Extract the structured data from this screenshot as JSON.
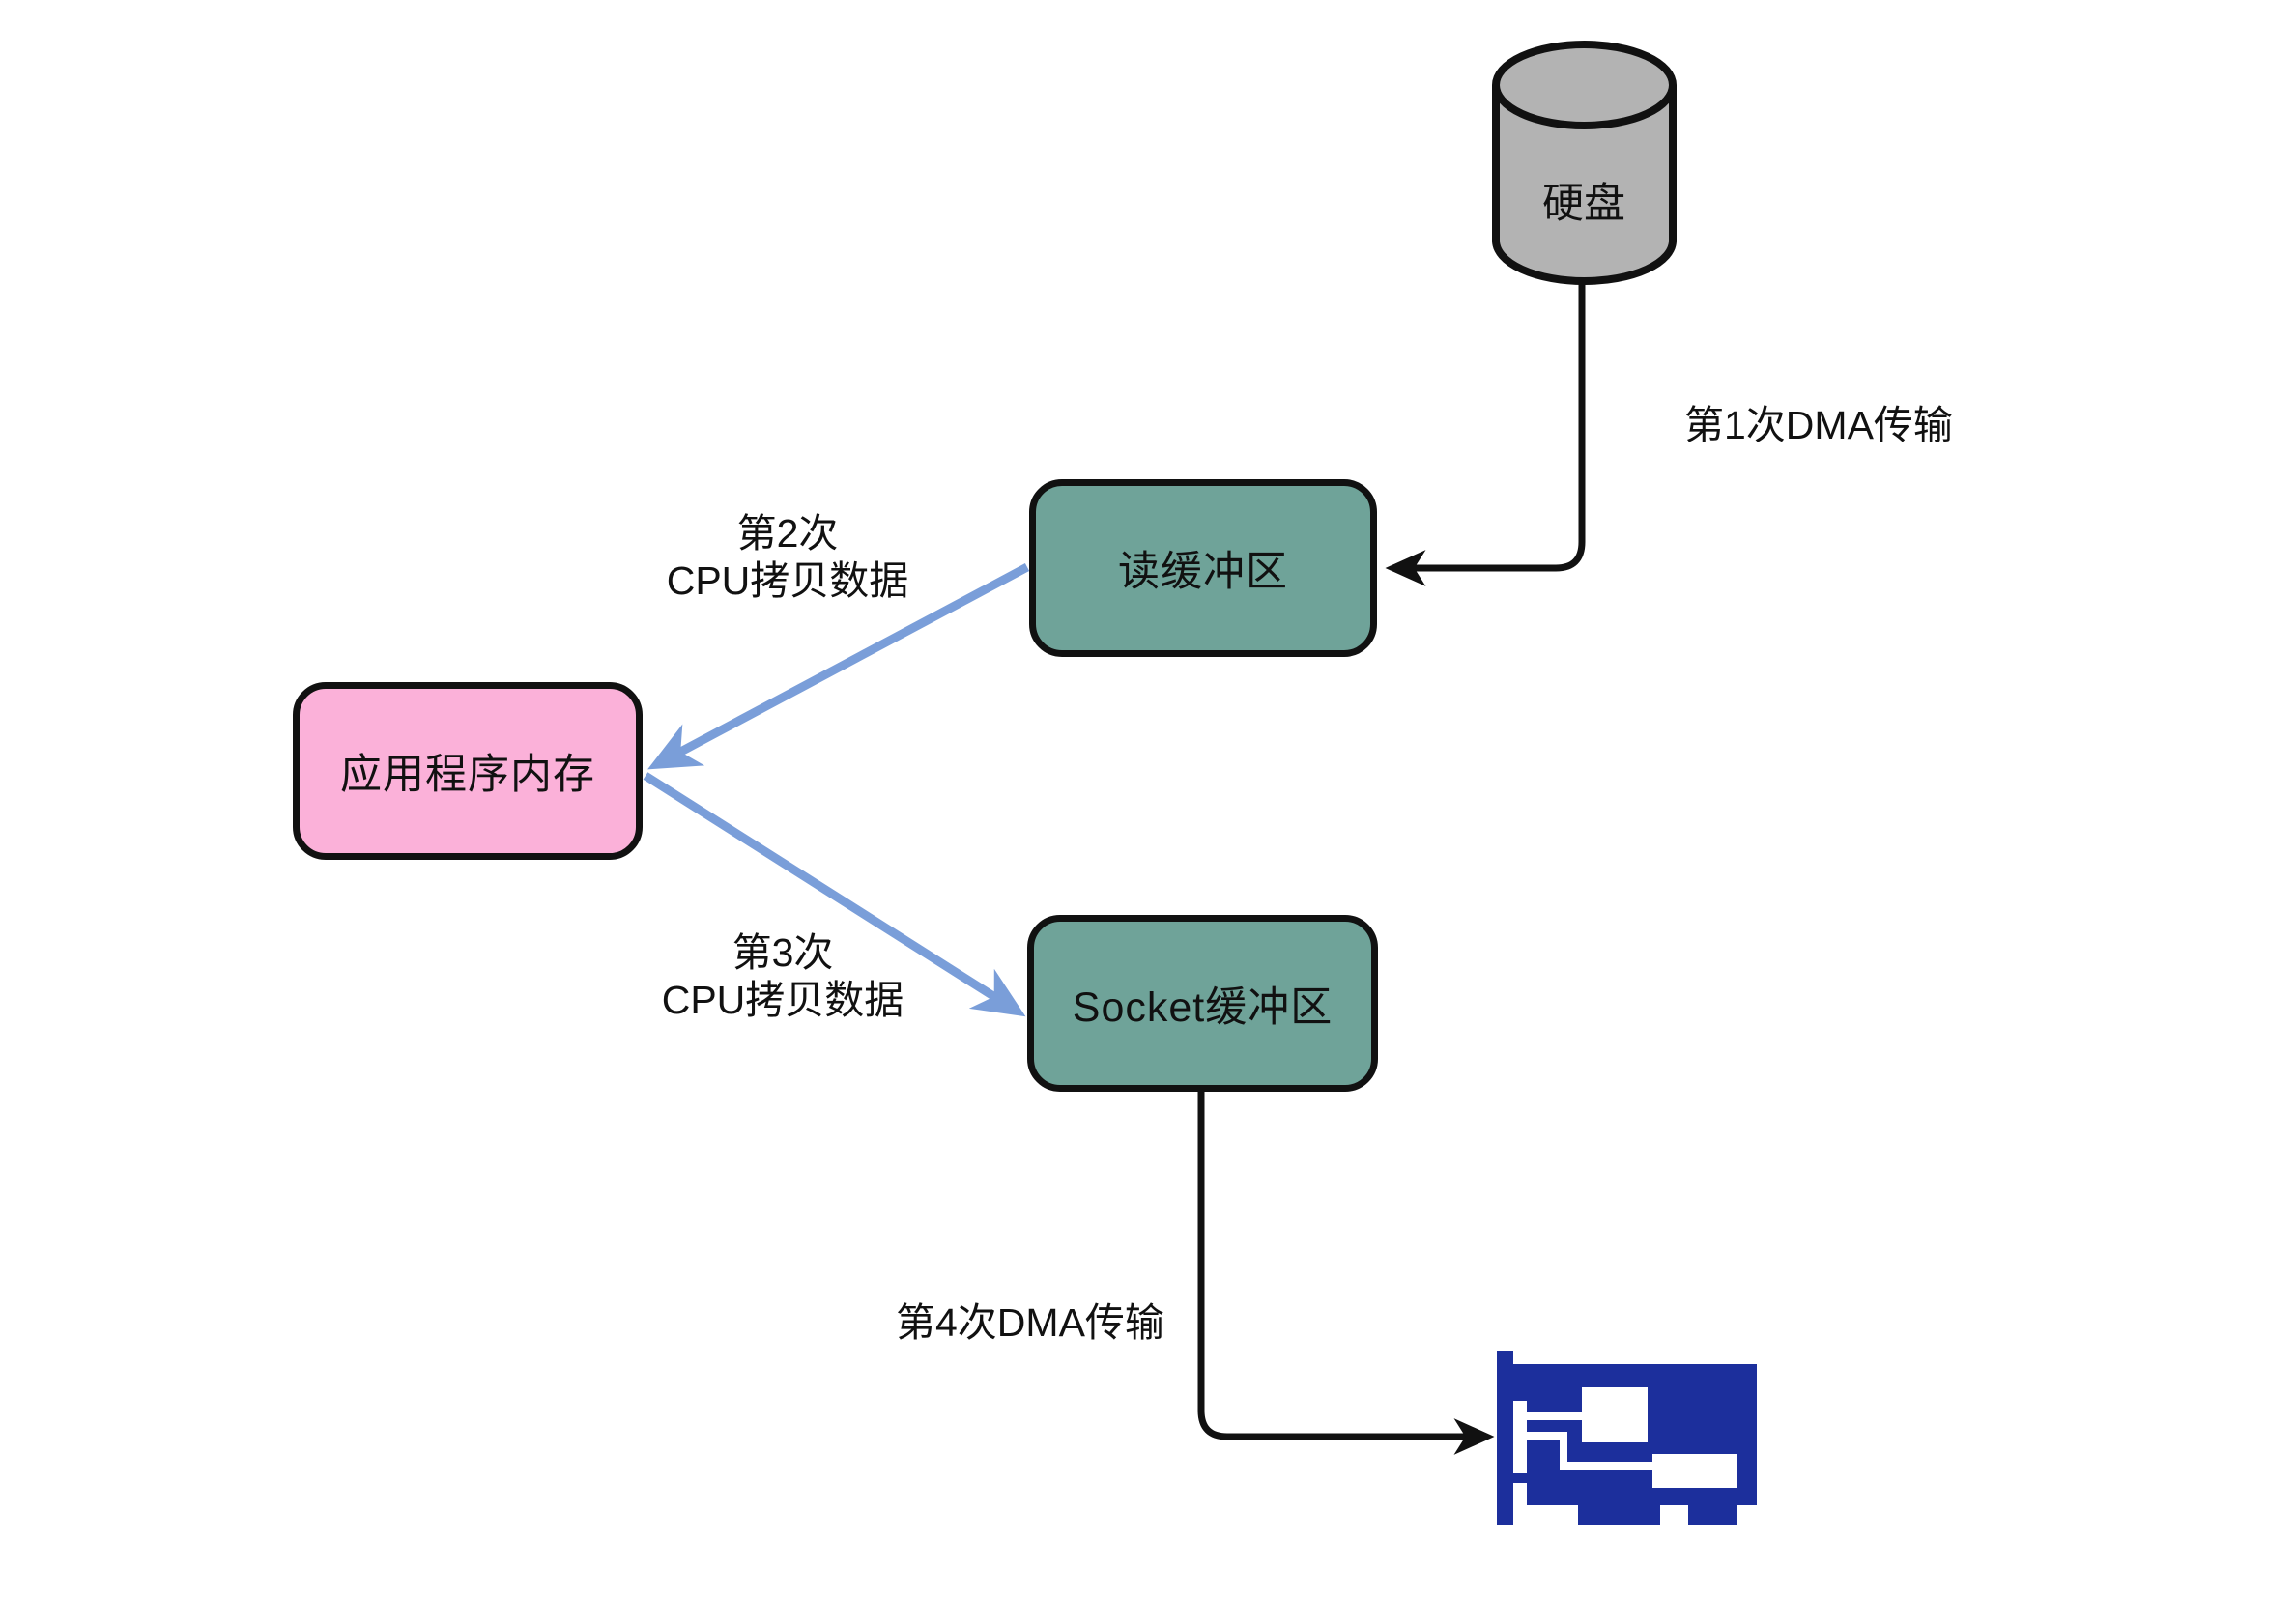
{
  "diagram": {
    "background": "#ffffff",
    "nodes": {
      "hard_disk": {
        "label": "硬盘",
        "shape": "cylinder",
        "fill": "#b3b3b3",
        "stroke": "#111111"
      },
      "read_buffer": {
        "label": "读缓冲区",
        "shape": "rounded-rect",
        "fill": "#6fa399",
        "stroke": "#111111"
      },
      "app_memory": {
        "label": "应用程序内存",
        "shape": "rounded-rect",
        "fill": "#fbb1d9",
        "stroke": "#111111"
      },
      "socket_buffer": {
        "label": "Socket缓冲区",
        "shape": "rounded-rect",
        "fill": "#6fa399",
        "stroke": "#111111"
      },
      "network_card": {
        "label": "",
        "shape": "nic-icon",
        "fill": "#1c2f9c"
      }
    },
    "edges": [
      {
        "id": "dma1",
        "from": "hard_disk",
        "to": "read_buffer",
        "label": "第1次DMA传输",
        "color": "#111111",
        "kind": "dma-transfer"
      },
      {
        "id": "cpu2",
        "from": "read_buffer",
        "to": "app_memory",
        "label": "第2次\nCPU拷贝数据",
        "color": "#7a9ed9",
        "kind": "cpu-copy"
      },
      {
        "id": "cpu3",
        "from": "app_memory",
        "to": "socket_buffer",
        "label": "第3次\nCPU拷贝数据",
        "color": "#7a9ed9",
        "kind": "cpu-copy"
      },
      {
        "id": "dma4",
        "from": "socket_buffer",
        "to": "network_card",
        "label": "第4次DMA传输",
        "color": "#111111",
        "kind": "dma-transfer"
      }
    ]
  }
}
